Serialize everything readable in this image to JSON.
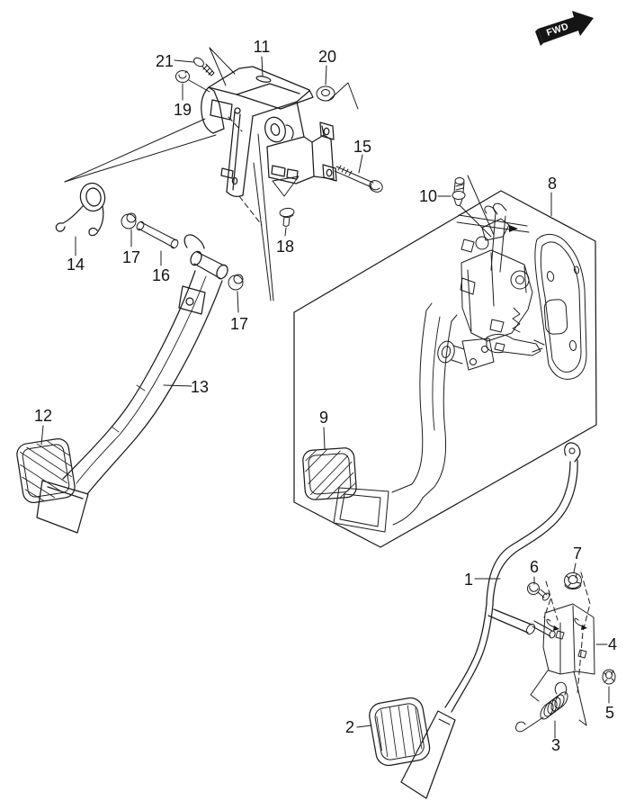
{
  "diagram": {
    "fwd_label": "FWD",
    "callouts": {
      "1": "1",
      "2": "2",
      "3": "3",
      "4": "4",
      "5": "5",
      "6": "6",
      "7": "7",
      "8": "8",
      "9": "9",
      "10": "10",
      "11": "11",
      "12": "12",
      "13": "13",
      "14": "14",
      "15": "15",
      "16": "16",
      "17": "17",
      "18": "18",
      "19": "19",
      "20": "20",
      "21": "21"
    }
  }
}
